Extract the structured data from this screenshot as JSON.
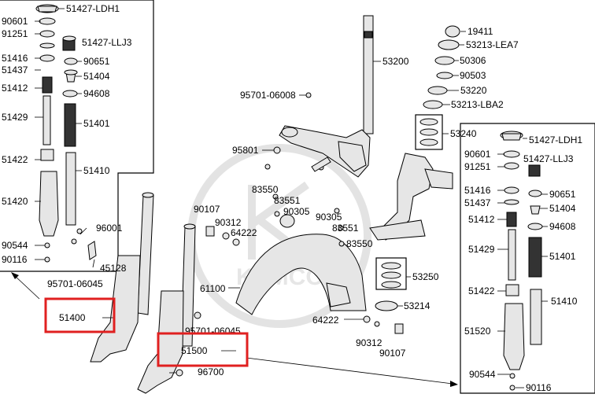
{
  "watermark": {
    "brand": "KYMCO"
  },
  "colors": {
    "highlight": "#e02020",
    "line": "#000000",
    "watermark": "#e3e3e3"
  },
  "left_inset": {
    "labels": [
      "51427-LDH1",
      "90601",
      "91251",
      "51427-LLJ3",
      "51416",
      "90651",
      "51437",
      "51404",
      "51412",
      "94608",
      "51429",
      "51401",
      "51422",
      "51410",
      "51420",
      "90544",
      "90116"
    ]
  },
  "right_inset": {
    "labels": [
      "51427-LDH1",
      "90601",
      "91251",
      "51427-LLJ3",
      "51416",
      "90651",
      "51437",
      "51404",
      "51412",
      "94608",
      "51429",
      "51401",
      "51422",
      "51410",
      "51520",
      "90544",
      "90116"
    ]
  },
  "center": {
    "labels": [
      "19411",
      "53213-LEA7",
      "50306",
      "90503",
      "53220",
      "53213-LBA2",
      "53200",
      "95701-06008",
      "53240",
      "95801",
      "83550",
      "83551",
      "90305",
      "90107",
      "90312",
      "64222",
      "83551",
      "90305",
      "83550",
      "96001",
      "45128",
      "95701-06045",
      "53250",
      "61100",
      "53214",
      "95701-06045",
      "64222",
      "90312",
      "90107",
      "96700"
    ]
  },
  "highlights": [
    {
      "label": "51400"
    },
    {
      "label": "51500"
    }
  ]
}
